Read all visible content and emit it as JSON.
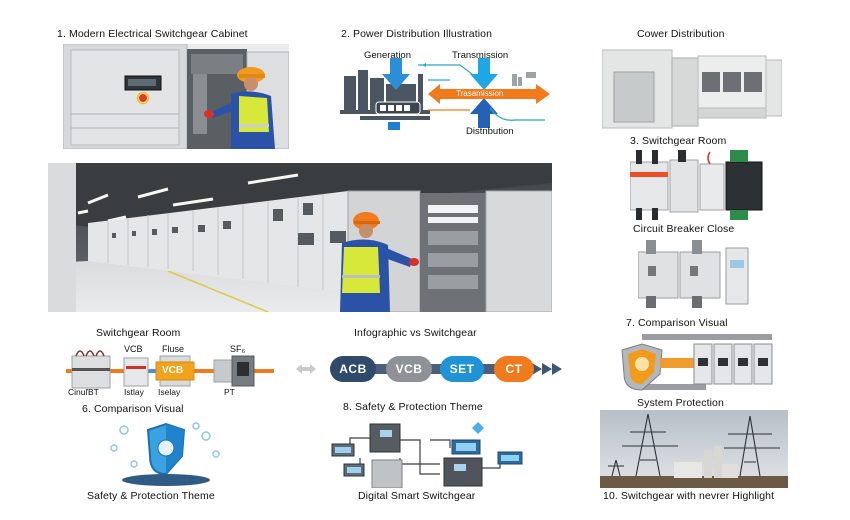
{
  "collage": {
    "tiles": [
      {
        "id": 1,
        "caption": "1. Modern Electrical Switchgear Cabinet"
      },
      {
        "id": 2,
        "caption": "2. Power Distribution Illustration",
        "labels": {
          "generation": "Generation",
          "transmission": "Transmission",
          "arrow": "Trasamission",
          "distribution": "Distnbution"
        }
      },
      {
        "id": 3,
        "caption": "Cower Distribution"
      },
      {
        "id": 4,
        "caption": "3. Switchgear Room"
      },
      {
        "id": 5,
        "caption": "Circuit Breaker Close"
      },
      {
        "id": 6,
        "caption": "7. Comparison Visual"
      },
      {
        "id": 7,
        "caption": "Switchgear Room",
        "labels": {
          "top": [
            "VCB",
            "Fluse",
            "SF₆"
          ],
          "bottom": [
            "CinuľBT",
            "Istlay",
            "Iselay",
            "PT"
          ],
          "badge": "VCB"
        }
      },
      {
        "id": 8,
        "caption": "Infographic vs Switchgear",
        "pills": [
          {
            "label": "ACB",
            "color": "#2f4a6b"
          },
          {
            "label": "VCB",
            "color": "#8e9297"
          },
          {
            "label": "SET",
            "color": "#1f93d6"
          },
          {
            "label": "CT",
            "color": "#f07a1c"
          }
        ]
      },
      {
        "id": 9,
        "caption": "System Protection"
      },
      {
        "id": 10,
        "caption": "6. Comparison Visual"
      },
      {
        "id": 11,
        "caption": "8. Safety & Protection Theme"
      },
      {
        "id": 12,
        "caption": "Safety & Protection Theme"
      },
      {
        "id": 13,
        "caption": "Digital Smart Switchgear"
      },
      {
        "id": 14,
        "caption": "10. Switchgear with nevrer Highlight"
      }
    ]
  },
  "colors": {
    "orange": "#f07a1c",
    "blue": "#1f93d6",
    "navy": "#2f4a6b",
    "gray": "#8e9297",
    "vest": "#d8e83a",
    "hardhat": "#f39a1e"
  }
}
